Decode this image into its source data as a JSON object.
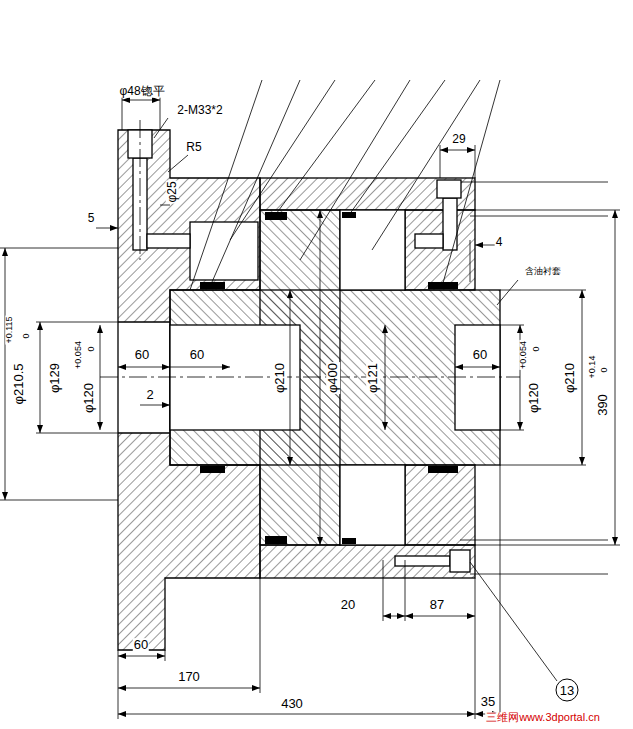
{
  "diagram": {
    "nodes": [
      {
        "text": [
          "13"
        ]
      }
    ],
    "labels": [
      "φ48锪平",
      "2-M33*2",
      "R5",
      "φ25",
      "5",
      "29",
      "4",
      "含油衬套",
      "φ210.5",
      "+0.115",
      "0",
      "φ129",
      "φ120",
      "+0.054",
      "0",
      "60",
      "60",
      "2",
      "φ210",
      "φ400",
      "φ121",
      "60",
      "φ120",
      "+0.054",
      "0",
      "φ210",
      "390",
      "+0.14",
      "0",
      "20",
      "87",
      "60",
      "170",
      "430",
      "35",
      "三维网www.3dportal.cn"
    ]
  }
}
